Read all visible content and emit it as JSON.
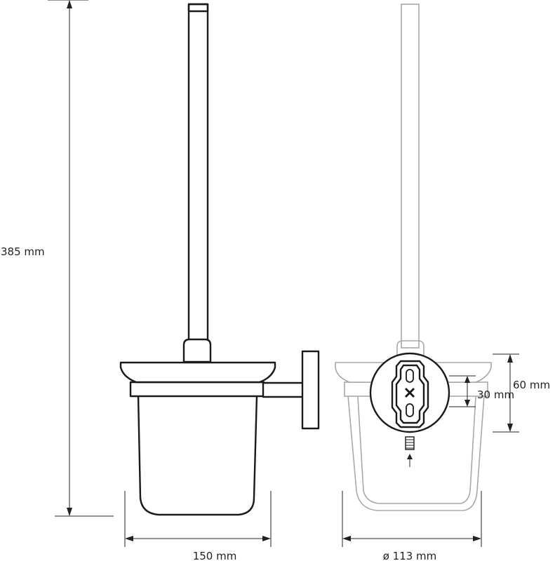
{
  "dimensions": {
    "height": "385 mm",
    "width": "150 mm",
    "diameter": "ø 113 mm",
    "plate_height": "60 mm",
    "hole_spacing": "30 mm"
  },
  "colors": {
    "outline_dark": "#1a1a1a",
    "outline_light": "#a8a8a8",
    "dimension": "#222222"
  }
}
